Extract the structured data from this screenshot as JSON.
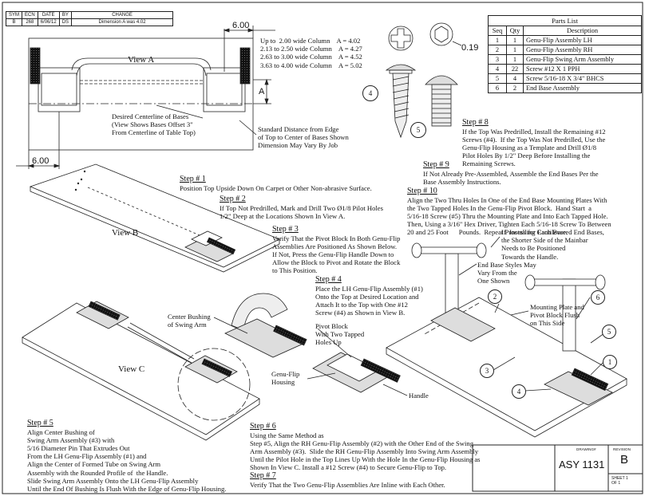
{
  "revision_table": {
    "headers": [
      "SYM",
      "ECN",
      "DATE",
      "BY",
      "CHANGE"
    ],
    "row": [
      "B",
      "268",
      "6/06/12",
      "DS",
      "Dimension A was 4.02"
    ]
  },
  "dimensions": {
    "top": "6.00",
    "left": "6.00",
    "a_label": "A",
    "hex": "0.19"
  },
  "view_a": {
    "label": "View A",
    "centerline_note": "Desired Centerline of Bases\n(View Shows Bases Offset 3\"\nFrom Centerline of Table Top)",
    "standard_note": "Standard Distance from Edge\nof Top to Center of Bases Shown\nDimension May Vary By Job"
  },
  "column_table": "Up to  2.00 wide Column    A = 4.02\n2.13 to 2.50 wide Column    A = 4.27\n2.63 to 3.00 wide Column    A = 4.52\n3.63 to 4.00 wide Column    A = 5.02",
  "parts_list": {
    "title": "Parts List",
    "headers": [
      "Seq",
      "Qty",
      "Description"
    ],
    "rows": [
      [
        "1",
        "1",
        "Genu-Flip Assembly LH"
      ],
      [
        "2",
        "1",
        "Genu-Flip Assembly RH"
      ],
      [
        "3",
        "1",
        "Genu-Flip Swing Arm Assembly"
      ],
      [
        "4",
        "22",
        "Screw #12 X 1 PPH"
      ],
      [
        "5",
        "4",
        "Screw 5/16-18 X 3/4\" BHCS"
      ],
      [
        "6",
        "2",
        "End Base Assembly"
      ]
    ]
  },
  "balloons": {
    "b1": "1",
    "b2": "2",
    "b3": "3",
    "b4": "4",
    "b5": "5",
    "b6": "6"
  },
  "steps": {
    "s1": {
      "h": "Step # 1",
      "t": "Position Top Upside Down On Carpet or Other Non-abrasive Surface."
    },
    "s2": {
      "h": "Step # 2",
      "t": "If Top Not Predrilled, Mark and Drill Two Ø1/8 Pilot Holes\n1/2\" Deep at the Locations Shown In View A."
    },
    "s3": {
      "h": "Step # 3",
      "t": "Verify That the Pivot Block In Both Genu-Flip\nAssemblies Are Positioned As Shown Below.\nIf Not, Press the Genu-Flip Handle Down to\nAllow the Block to Pivot and Rotate the Block\nto This Position."
    },
    "s4": {
      "h": "Step # 4",
      "t": "Place the LH Genu-Flip Assembly (#1)\nOnto the Top at Desired Location and\nAttach It to the Top with One #12\nScrew (#4) as Shown in View B."
    },
    "s5": {
      "h": "Step # 5",
      "t": "Align Center Bushing of\nSwing Arm Assembly (#3) with\n5/16 Diameter Pin That Extrudes Out\nFrom the LH Genu-Flip Assembly (#1) and\nAlign the Center of Formed Tube on Swing Arm\nAssembly with the Rounded Profile of  the Handle.\nSlide Swing Arm Assembly Onto the LH Genu-Flip Assembly\nUntil the End Of Bushing Is Flush With the Edge of Genu-Flip Housing."
    },
    "s6": {
      "h": "Step # 6",
      "t": "Using the Same Method as\nStep #5, Align the RH Genu-Flip Assembly (#2) with the Other End of the Swing\nArm Assembly (#3).  Slide the RH Genu-Flip Assembly Into Swing Arm Assembly\nUntil the Pilot Hole in the Top Lines Up With the Hole In the Genu-Flip Housing as\nShown In View C. Install a #12 Screw (#4) to Secure Genu-Flip to Top."
    },
    "s7": {
      "h": "Step # 7",
      "t": "Verify That the Two Genu-Flip Assemblies Are Inline with Each Other."
    },
    "s8": {
      "h": "Step # 8",
      "t": "If the Top Was Predrilled, Install the Remaining #12\nScrews (#4).  If the Top Was Not Predrilled, Use the\nGenu-Flip Housing as a Template and Drill Ø1/8\nPilot Holes By 1/2\" Deep Before Installing the\nRemaining Screws."
    },
    "s9": {
      "h": "Step # 9",
      "t": "If Not Already Pre-Assembled, Assemble the End Bases Per the\nBase Assembly Instructions."
    },
    "s10": {
      "h": "Step # 10",
      "t": "Align the Two Thru Holes In One of the End Base Mounting Plates With\nthe Two Tapped Holes In the Genu-Flip Pivot Block.  Hand Start  a\n5/16-18 Screw (#5) Thru the Mounting Plate and Into Each Tapped Hole.\nThen, Using a 3/16\" Hex Driver, Tighten Each 5/16-18 Screw To Between\n20 and 25 Foot      Pounds.  Repeat Process for Each Base."
    }
  },
  "view_b": {
    "label": "View B"
  },
  "view_c": {
    "label": "View C"
  },
  "callouts": {
    "bushing": "Center Bushing\nof Swing Arm",
    "pivot": "Pivot Block\nWith Two Tapped\nHoles Up",
    "housing": "Genu-Flip\nHousing",
    "handle": "Handle",
    "cantilever": "If  Installing Cantilevered End Bases,\nthe Shorter Side of the Mainbar\nNeeds to Be Positioned\nTowards the Handle.",
    "end_base": "End Base Styles May\nVary From the\nOne Shown",
    "mount": "Mounting Plate and\nPivot Block Flush\non This Side"
  },
  "title_block": {
    "drawing_label": "DRAWING#",
    "drawing": "ASY 1131",
    "revision_label": "REVISION",
    "revision": "B",
    "sheet_label": "SHEET",
    "sheet_num": "1",
    "of_label": "OF",
    "sheet_total": "1"
  }
}
